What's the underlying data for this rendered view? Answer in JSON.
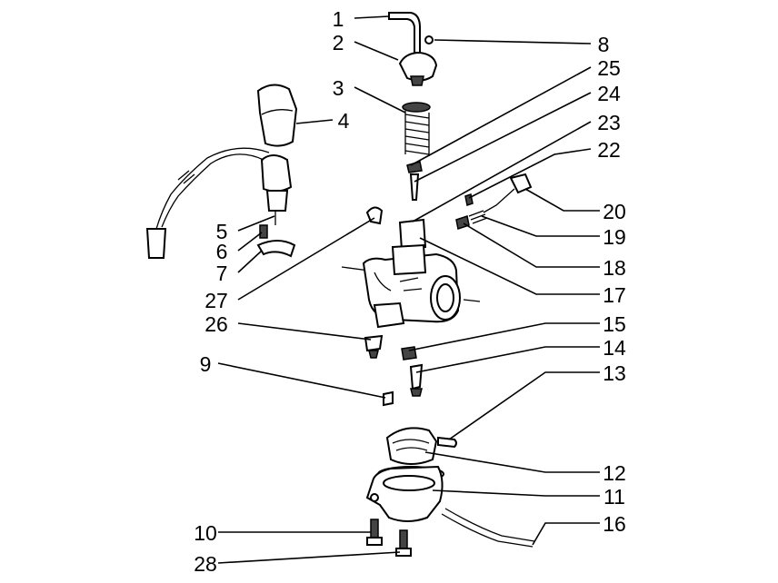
{
  "diagram": {
    "callouts": [
      {
        "id": "c1",
        "number": "1"
      },
      {
        "id": "c2",
        "number": "2"
      },
      {
        "id": "c3",
        "number": "3"
      },
      {
        "id": "c4",
        "number": "4"
      },
      {
        "id": "c5",
        "number": "5"
      },
      {
        "id": "c6",
        "number": "6"
      },
      {
        "id": "c7",
        "number": "7"
      },
      {
        "id": "c27",
        "number": "27"
      },
      {
        "id": "c26",
        "number": "26"
      },
      {
        "id": "c9",
        "number": "9"
      },
      {
        "id": "c10",
        "number": "10"
      },
      {
        "id": "c28",
        "number": "28"
      },
      {
        "id": "c8",
        "number": "8"
      },
      {
        "id": "c25",
        "number": "25"
      },
      {
        "id": "c24",
        "number": "24"
      },
      {
        "id": "c23",
        "number": "23"
      },
      {
        "id": "c22",
        "number": "22"
      },
      {
        "id": "c20",
        "number": "20"
      },
      {
        "id": "c19",
        "number": "19"
      },
      {
        "id": "c18",
        "number": "18"
      },
      {
        "id": "c17",
        "number": "17"
      },
      {
        "id": "c15",
        "number": "15"
      },
      {
        "id": "c14",
        "number": "14"
      },
      {
        "id": "c13",
        "number": "13"
      },
      {
        "id": "c12",
        "number": "12"
      },
      {
        "id": "c11",
        "number": "11"
      },
      {
        "id": "c16",
        "number": "16"
      }
    ]
  }
}
